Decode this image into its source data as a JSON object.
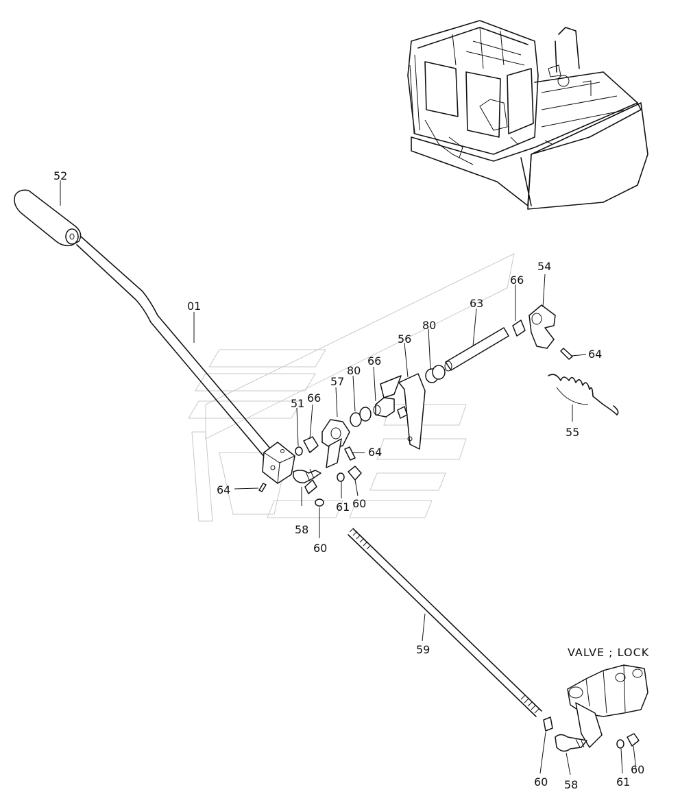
{
  "title": "VALVE ; LOCK",
  "labels": [
    {
      "id": "52",
      "text": "52"
    },
    {
      "id": "01",
      "text": "01"
    },
    {
      "id": "51",
      "text": "51"
    },
    {
      "id": "66a",
      "text": "66"
    },
    {
      "id": "57",
      "text": "57"
    },
    {
      "id": "80a",
      "text": "80"
    },
    {
      "id": "66b",
      "text": "66"
    },
    {
      "id": "56",
      "text": "56"
    },
    {
      "id": "80b",
      "text": "80"
    },
    {
      "id": "63",
      "text": "63"
    },
    {
      "id": "66c",
      "text": "66"
    },
    {
      "id": "54",
      "text": "54"
    },
    {
      "id": "64a",
      "text": "64"
    },
    {
      "id": "55",
      "text": "55"
    },
    {
      "id": "64b",
      "text": "64"
    },
    {
      "id": "64c",
      "text": "64"
    },
    {
      "id": "61a",
      "text": "61"
    },
    {
      "id": "60a",
      "text": "60"
    },
    {
      "id": "58a",
      "text": "58"
    },
    {
      "id": "60b",
      "text": "60"
    },
    {
      "id": "59",
      "text": "59"
    },
    {
      "id": "60c",
      "text": "60"
    },
    {
      "id": "58b",
      "text": "58"
    },
    {
      "id": "61b",
      "text": "61"
    },
    {
      "id": "60d",
      "text": "60"
    }
  ]
}
